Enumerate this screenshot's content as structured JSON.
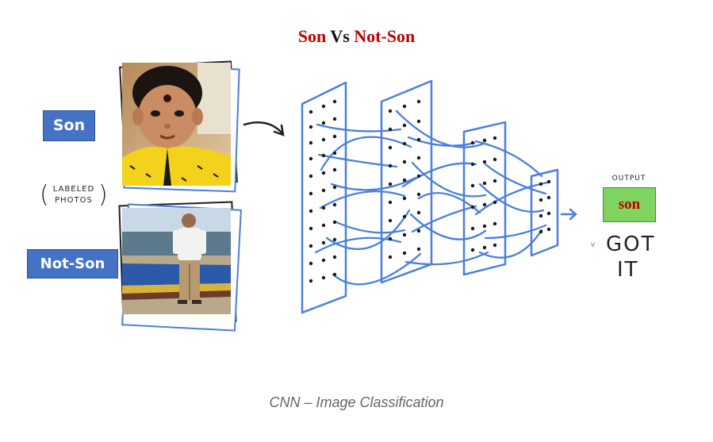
{
  "title": {
    "part1": "Son",
    "part2": "Vs",
    "part3": "Not-Son"
  },
  "labels": {
    "son": "Son",
    "not_son": "Not-Son"
  },
  "labeled_photos": {
    "line1": "LABELED",
    "line2": "PHOTOS"
  },
  "output": {
    "label": "OUTPUT",
    "value": "son",
    "got_it_line1": "GOT",
    "got_it_line2": "IT",
    "check_mark": "v"
  },
  "caption": "CNN – Image Classification",
  "colors": {
    "title_red": "#c00000",
    "label_blue": "#4472c4",
    "output_green": "#7fd35f",
    "network_blue": "#4a7fdc"
  },
  "icons": {
    "arrow": "curved-arrow-icon",
    "network": "neural-network-icon",
    "output_arrow": "arrow-right-icon"
  }
}
